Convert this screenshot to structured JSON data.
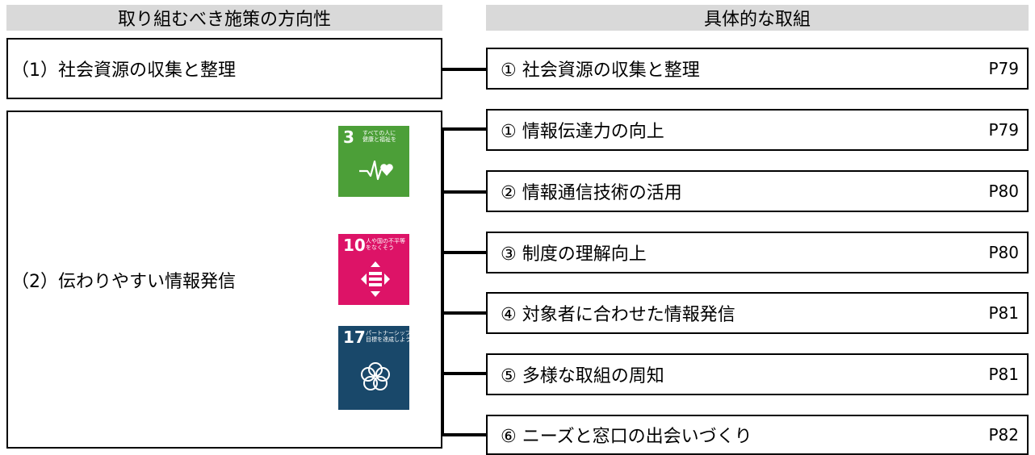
{
  "headers": {
    "left": "取り組むべき施策の方向性",
    "right": "具体的な取組"
  },
  "directions": [
    {
      "label": "（1）社会資源の収集と整理"
    },
    {
      "label": "（2）伝わりやすい情報発信"
    }
  ],
  "actions": [
    {
      "label": "① 社会資源の収集と整理",
      "page": "P79"
    },
    {
      "label": "① 情報伝達力の向上",
      "page": "P79"
    },
    {
      "label": "② 情報通信技術の活用",
      "page": "P80"
    },
    {
      "label": "③ 制度の理解向上",
      "page": "P80"
    },
    {
      "label": "④ 対象者に合わせた情報発信",
      "page": "P81"
    },
    {
      "label": "⑤ 多様な取組の周知",
      "page": "P81"
    },
    {
      "label": "⑥ ニーズと窓口の出会いづくり",
      "page": "P82"
    }
  ],
  "sdg_icons": [
    {
      "number": "3",
      "caption": "すべての人に\n健康と福祉を",
      "icon": "heartbeat-icon",
      "color": "#4c9f38"
    },
    {
      "number": "10",
      "caption": "人や国の不平等\nをなくそう",
      "icon": "equality-arrows-icon",
      "color": "#dd1367"
    },
    {
      "number": "17",
      "caption": "パートナーシップで\n目標を達成しよう",
      "icon": "partnership-rings-icon",
      "color": "#19486a"
    }
  ]
}
